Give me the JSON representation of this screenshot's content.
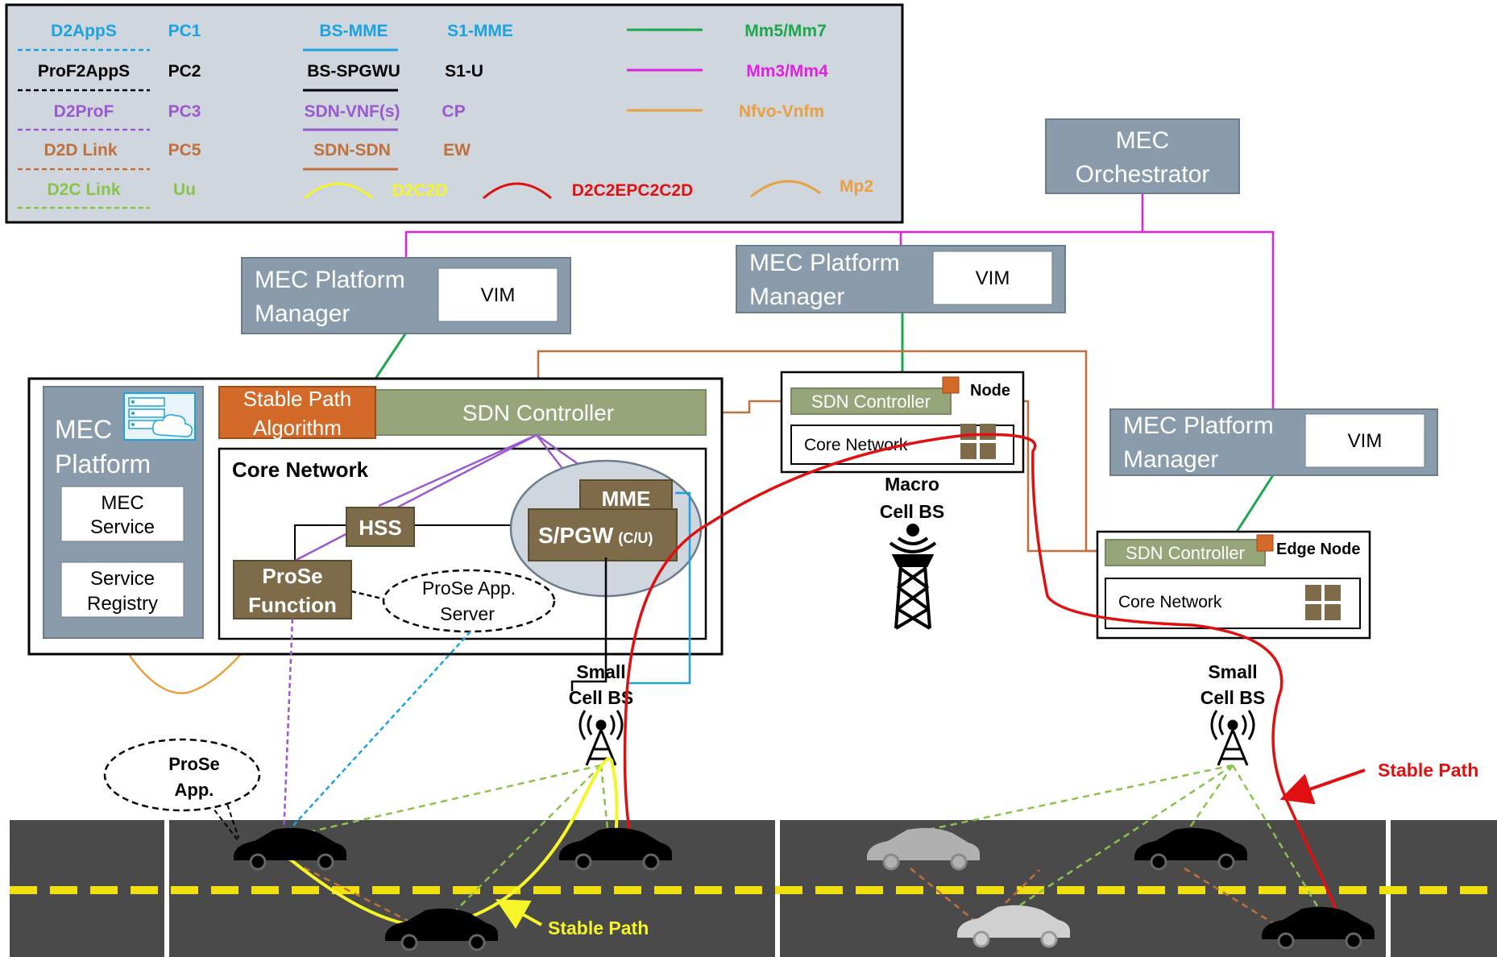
{
  "legend": {
    "items": [
      {
        "left": "D2AppS",
        "right": "PC1",
        "color": "#1aa3e0",
        "style": "dashed"
      },
      {
        "left": "ProF2AppS",
        "right": "PC2",
        "color": "#000000",
        "style": "dashed"
      },
      {
        "left": "D2ProF",
        "right": "PC3",
        "color": "#9b59d0",
        "style": "dashed"
      },
      {
        "left": "D2D Link",
        "right": "PC5",
        "color": "#c0703a",
        "style": "dashed"
      },
      {
        "left": "D2C Link",
        "right": "Uu",
        "color": "#8bc34a",
        "style": "dashed"
      },
      {
        "left": "BS-MME",
        "right": "S1-MME",
        "color": "#1aa3e0",
        "style": "solid"
      },
      {
        "left": "BS-SPGWU",
        "right": "S1-U",
        "color": "#000000",
        "style": "solid"
      },
      {
        "left": "SDN-VNF(s)",
        "right": "CP",
        "color": "#9b59d0",
        "style": "solid"
      },
      {
        "left": "SDN-SDN",
        "right": "EW",
        "color": "#c0703a",
        "style": "solid"
      },
      {
        "left": "Mm5/Mm7",
        "color": "#1aa84a"
      },
      {
        "left": "Mm3/Mm4",
        "color": "#e020e0"
      },
      {
        "left": "Nfvo-Vnfm",
        "color": "#e8a040"
      },
      {
        "left": "D2C2D",
        "color": "#f5f52a"
      },
      {
        "left": "D2C2EPC2C2D",
        "color": "#e01010"
      },
      {
        "left": "Mp2",
        "color": "#e8a040"
      }
    ]
  },
  "orchestrator": {
    "line1": "MEC",
    "line2": "Orchestrator"
  },
  "platform_managers": [
    {
      "line1": "MEC Platform",
      "line2": "Manager",
      "vim": "VIM"
    },
    {
      "line1": "MEC Platform",
      "line2": "Manager",
      "vim": "VIM"
    },
    {
      "line1": "MEC Platform",
      "line2": "Manager",
      "vim": "VIM"
    }
  ],
  "mec_host": {
    "platform_line1": "MEC",
    "platform_line2": "Platform",
    "service_line1": "MEC",
    "service_line2": "Service",
    "registry_line1": "Service",
    "registry_line2": "Registry",
    "stable_path_line1": "Stable Path",
    "stable_path_line2": "Algorithm",
    "sdn_controller": "SDN Controller",
    "core_network": "Core Network",
    "hss": "HSS",
    "mme": "MME",
    "spgw": "S/PGW",
    "spgw_suffix": "(C/U)",
    "prose_fn_line1": "ProSe",
    "prose_fn_line2": "Function",
    "prose_server_line1": "ProSe App.",
    "prose_server_line2": "Server"
  },
  "macro_node": {
    "sdn": "SDN Controller",
    "node": "Node",
    "core": "Core Network",
    "bs_line1": "Macro",
    "bs_line2": "Cell BS"
  },
  "edge_node": {
    "sdn": "SDN Controller",
    "node": "Edge Node",
    "core": "Core Network"
  },
  "small_cells": [
    {
      "line1": "Small",
      "line2": "Cell BS"
    },
    {
      "line1": "Small",
      "line2": "Cell BS"
    }
  ],
  "prose_app": {
    "line1": "ProSe",
    "line2": "App."
  },
  "stable_path_labels": [
    "Stable Path",
    "Stable Path"
  ]
}
